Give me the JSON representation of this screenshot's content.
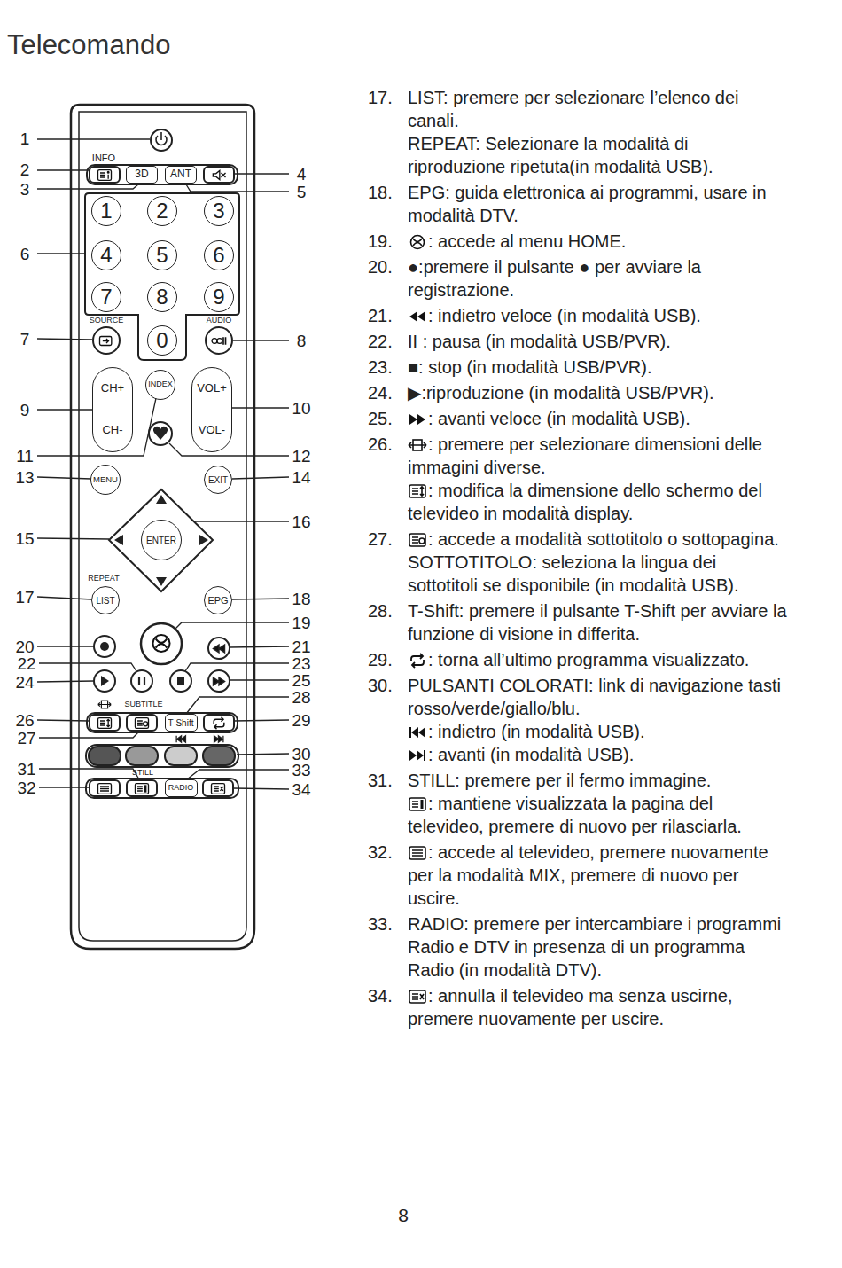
{
  "diagram": {
    "title": "Telecomando",
    "nodes": [
      {
        "text": [
          "3D"
        ]
      },
      {
        "text": [
          "ANT"
        ]
      },
      {
        "text": [
          "1"
        ]
      },
      {
        "text": [
          "2"
        ]
      },
      {
        "text": [
          "3"
        ]
      },
      {
        "text": [
          "4"
        ]
      },
      {
        "text": [
          "5"
        ]
      },
      {
        "text": [
          "6"
        ]
      },
      {
        "text": [
          "7"
        ]
      },
      {
        "text": [
          "8"
        ]
      },
      {
        "text": [
          "9"
        ]
      },
      {
        "text": [
          "0"
        ]
      },
      {
        "text": [
          "CH+",
          "CH-"
        ]
      },
      {
        "text": [
          "INDEX"
        ]
      },
      {
        "text": [
          "VOL+",
          "VOL-"
        ]
      },
      {
        "text": [
          "MENU"
        ]
      },
      {
        "text": [
          "EXIT"
        ]
      },
      {
        "text": [
          "ENTER"
        ]
      },
      {
        "text": [
          "LIST"
        ]
      },
      {
        "text": [
          "EPG"
        ]
      },
      {
        "text": [
          "T-Shift"
        ]
      },
      {
        "text": [
          "RADIO"
        ]
      }
    ],
    "labels": [
      "1",
      "2",
      "3",
      "4",
      "5",
      "6",
      "7",
      "8",
      "9",
      "10",
      "11",
      "12",
      "13",
      "14",
      "15",
      "16",
      "17",
      "18",
      "19",
      "20",
      "21",
      "22",
      "23",
      "24",
      "25",
      "26",
      "27",
      "28",
      "29",
      "30",
      "31",
      "32",
      "33",
      "34",
      "INFO",
      "SOURCE",
      "AUDIO",
      "REPEAT",
      "SUBTITLE",
      "STILL",
      "17.",
      "LIST: premere per selezionare l’elenco dei canali.",
      "REPEAT: Selezionare la modalità di riproduzione ripetuta(in modalità USB).",
      "18.",
      "EPG: guida elettronica ai programmi, usare in modalità DTV.",
      "19.",
      ": accede al menu HOME.",
      "20.",
      "●:premere il pulsante ● per avviare la registrazione.",
      "21.",
      ": indietro veloce (in modalità USB).",
      "22.",
      "II : pausa (in modalità USB/PVR).",
      "23.",
      "■: stop (in modalità USB/PVR).",
      "24.",
      "▶:riproduzione (in modalità USB/PVR).",
      "25.",
      ": avanti veloce (in modalità USB).",
      "26.",
      ": premere per selezionare dimensioni delle immagini diverse.",
      ": modifica la dimensione dello schermo del televideo in modalità display.",
      "27.",
      ": accede a modalità sottotitolo o sottopagina. SOTTOTITOLO: seleziona la lingua dei sottotitoli se disponibile (in modalità USB).",
      "28.",
      "T-Shift: premere il pulsante T-Shift per avviare la funzione di visione in differita.",
      "29.",
      ": torna all’ultimo programma visualizzato.",
      "30.",
      "PULSANTI COLORATI: link di navigazione tasti rosso/verde/giallo/blu.",
      ": indietro (in modalità USB).",
      ": avanti (in modalità USB).",
      "31.",
      "STILL: premere per il fermo immagine.",
      ": mantiene visualizzata la pagina del televideo, premere di nuovo per rilasciarla.",
      "32.",
      ": accede al televideo, premere nuovamente per la modalità MIX, premere di nuovo per uscire.",
      "33.",
      "RADIO: premere per intercambiare i programmi Radio e DTV in presenza di un programma Radio (in modalità DTV).",
      "34.",
      ": annulla il televideo ma senza uscirne, premere nuovamente per uscire.",
      "8"
    ]
  }
}
